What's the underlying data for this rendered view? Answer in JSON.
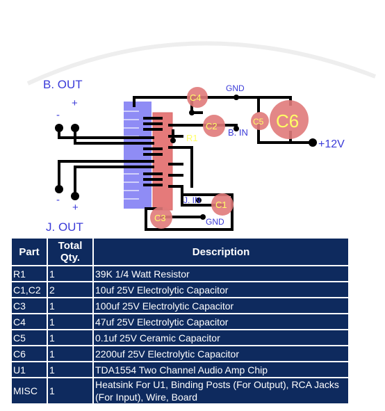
{
  "diagram": {
    "b_out_label": "B. OUT",
    "j_out_label": "J. OUT",
    "plus": "+",
    "minus": "-",
    "gnd_top": "GND",
    "gnd_bottom": "GND",
    "b_in_label": "B. IN",
    "j_in_label": "J. IN",
    "v12_label": "+12V",
    "components": {
      "c4": "C4",
      "c2": "C2",
      "r1": "R1",
      "c5": "C5",
      "c6": "C6",
      "c1": "C1",
      "c3": "C3"
    },
    "colors": {
      "trace": "#000000",
      "heatsink": "#5b56f0",
      "chip": "#e87878",
      "cap": "#e07878",
      "label": "#3a3ad8",
      "table_bg": "#0e2a5e"
    }
  },
  "table": {
    "headers": {
      "part": "Part",
      "qty": "Total Qty.",
      "desc": "Description"
    },
    "rows": [
      {
        "part": "R1",
        "qty": "1",
        "desc": "39K 1/4 Watt Resistor"
      },
      {
        "part": "C1,C2",
        "qty": "2",
        "desc": "10uf 25V Electrolytic Capacitor"
      },
      {
        "part": "C3",
        "qty": "1",
        "desc": "100uf 25V Electrolytic Capacitor"
      },
      {
        "part": "C4",
        "qty": "1",
        "desc": "47uf 25V Electrolytic Capacitor"
      },
      {
        "part": "C5",
        "qty": "1",
        "desc": "0.1uf 25V Ceramic Capacitor"
      },
      {
        "part": "C6",
        "qty": "1",
        "desc": "2200uf 25V Electrolytic Capacitor"
      },
      {
        "part": "U1",
        "qty": "1",
        "desc": "TDA1554 Two Channel Audio Amp Chip"
      },
      {
        "part": "MISC",
        "qty": "1",
        "desc": "Heatsink For U1, Binding Posts (For Output), RCA Jacks (For Input), Wire, Board"
      }
    ]
  }
}
